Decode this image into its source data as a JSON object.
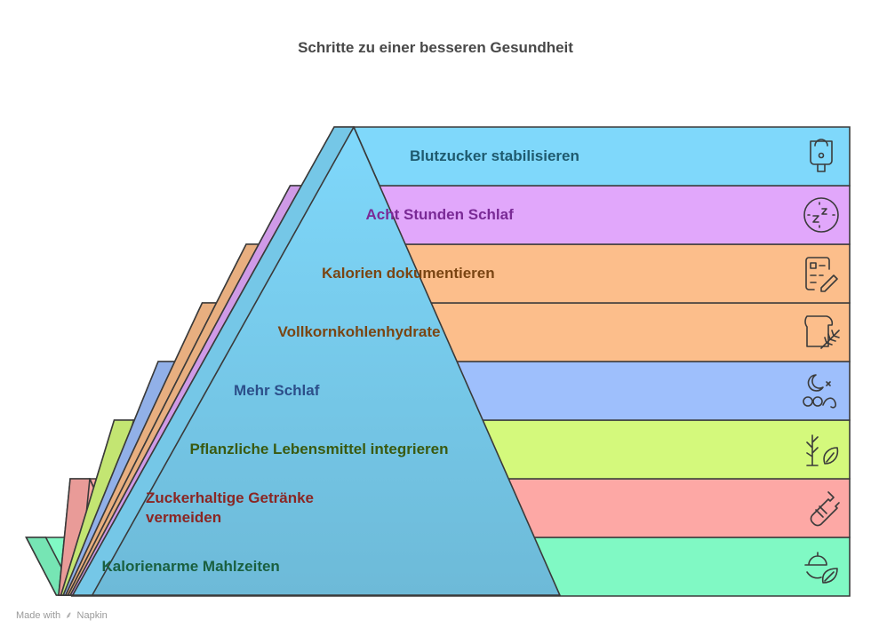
{
  "title": "Schritte zu einer besseren Gesundheit",
  "steps": [
    {
      "label": "Blutzucker stabilisieren",
      "icon": "blood-glucose-meter-icon",
      "color": "#7fd8fb",
      "text_color": "#1e5a6e"
    },
    {
      "label": "Acht Stunden Schlaf",
      "icon": "sleep-clock-icon",
      "color": "#e1a7fb",
      "text_color": "#7a2a96"
    },
    {
      "label": "Kalorien dokumentieren",
      "icon": "checklist-pencil-icon",
      "color": "#fcbe8b",
      "text_color": "#7a4513"
    },
    {
      "label": "Vollkornkohlenhydrate",
      "icon": "bread-wheat-icon",
      "color": "#fcbe8b",
      "text_color": "#7a4513"
    },
    {
      "label": "Mehr Schlaf",
      "icon": "moon-sleep-icon",
      "color": "#9ebffc",
      "text_color": "#2c4f8a"
    },
    {
      "label": "Pflanzliche Lebensmittel integrieren",
      "icon": "plant-leaf-icon",
      "color": "#d4f97c",
      "text_color": "#3a5a10"
    },
    {
      "label": "Zuckerhaltige Getränke\nvermeiden",
      "icon": "bottle-icon",
      "color": "#fda8a5",
      "text_color": "#8a2623"
    },
    {
      "label": "Kalorienarme Mahlzeiten",
      "icon": "plate-leaf-icon",
      "color": "#80f9c4",
      "text_color": "#1a6040"
    }
  ],
  "footer": {
    "made_with": "Made with",
    "brand": "Napkin"
  }
}
